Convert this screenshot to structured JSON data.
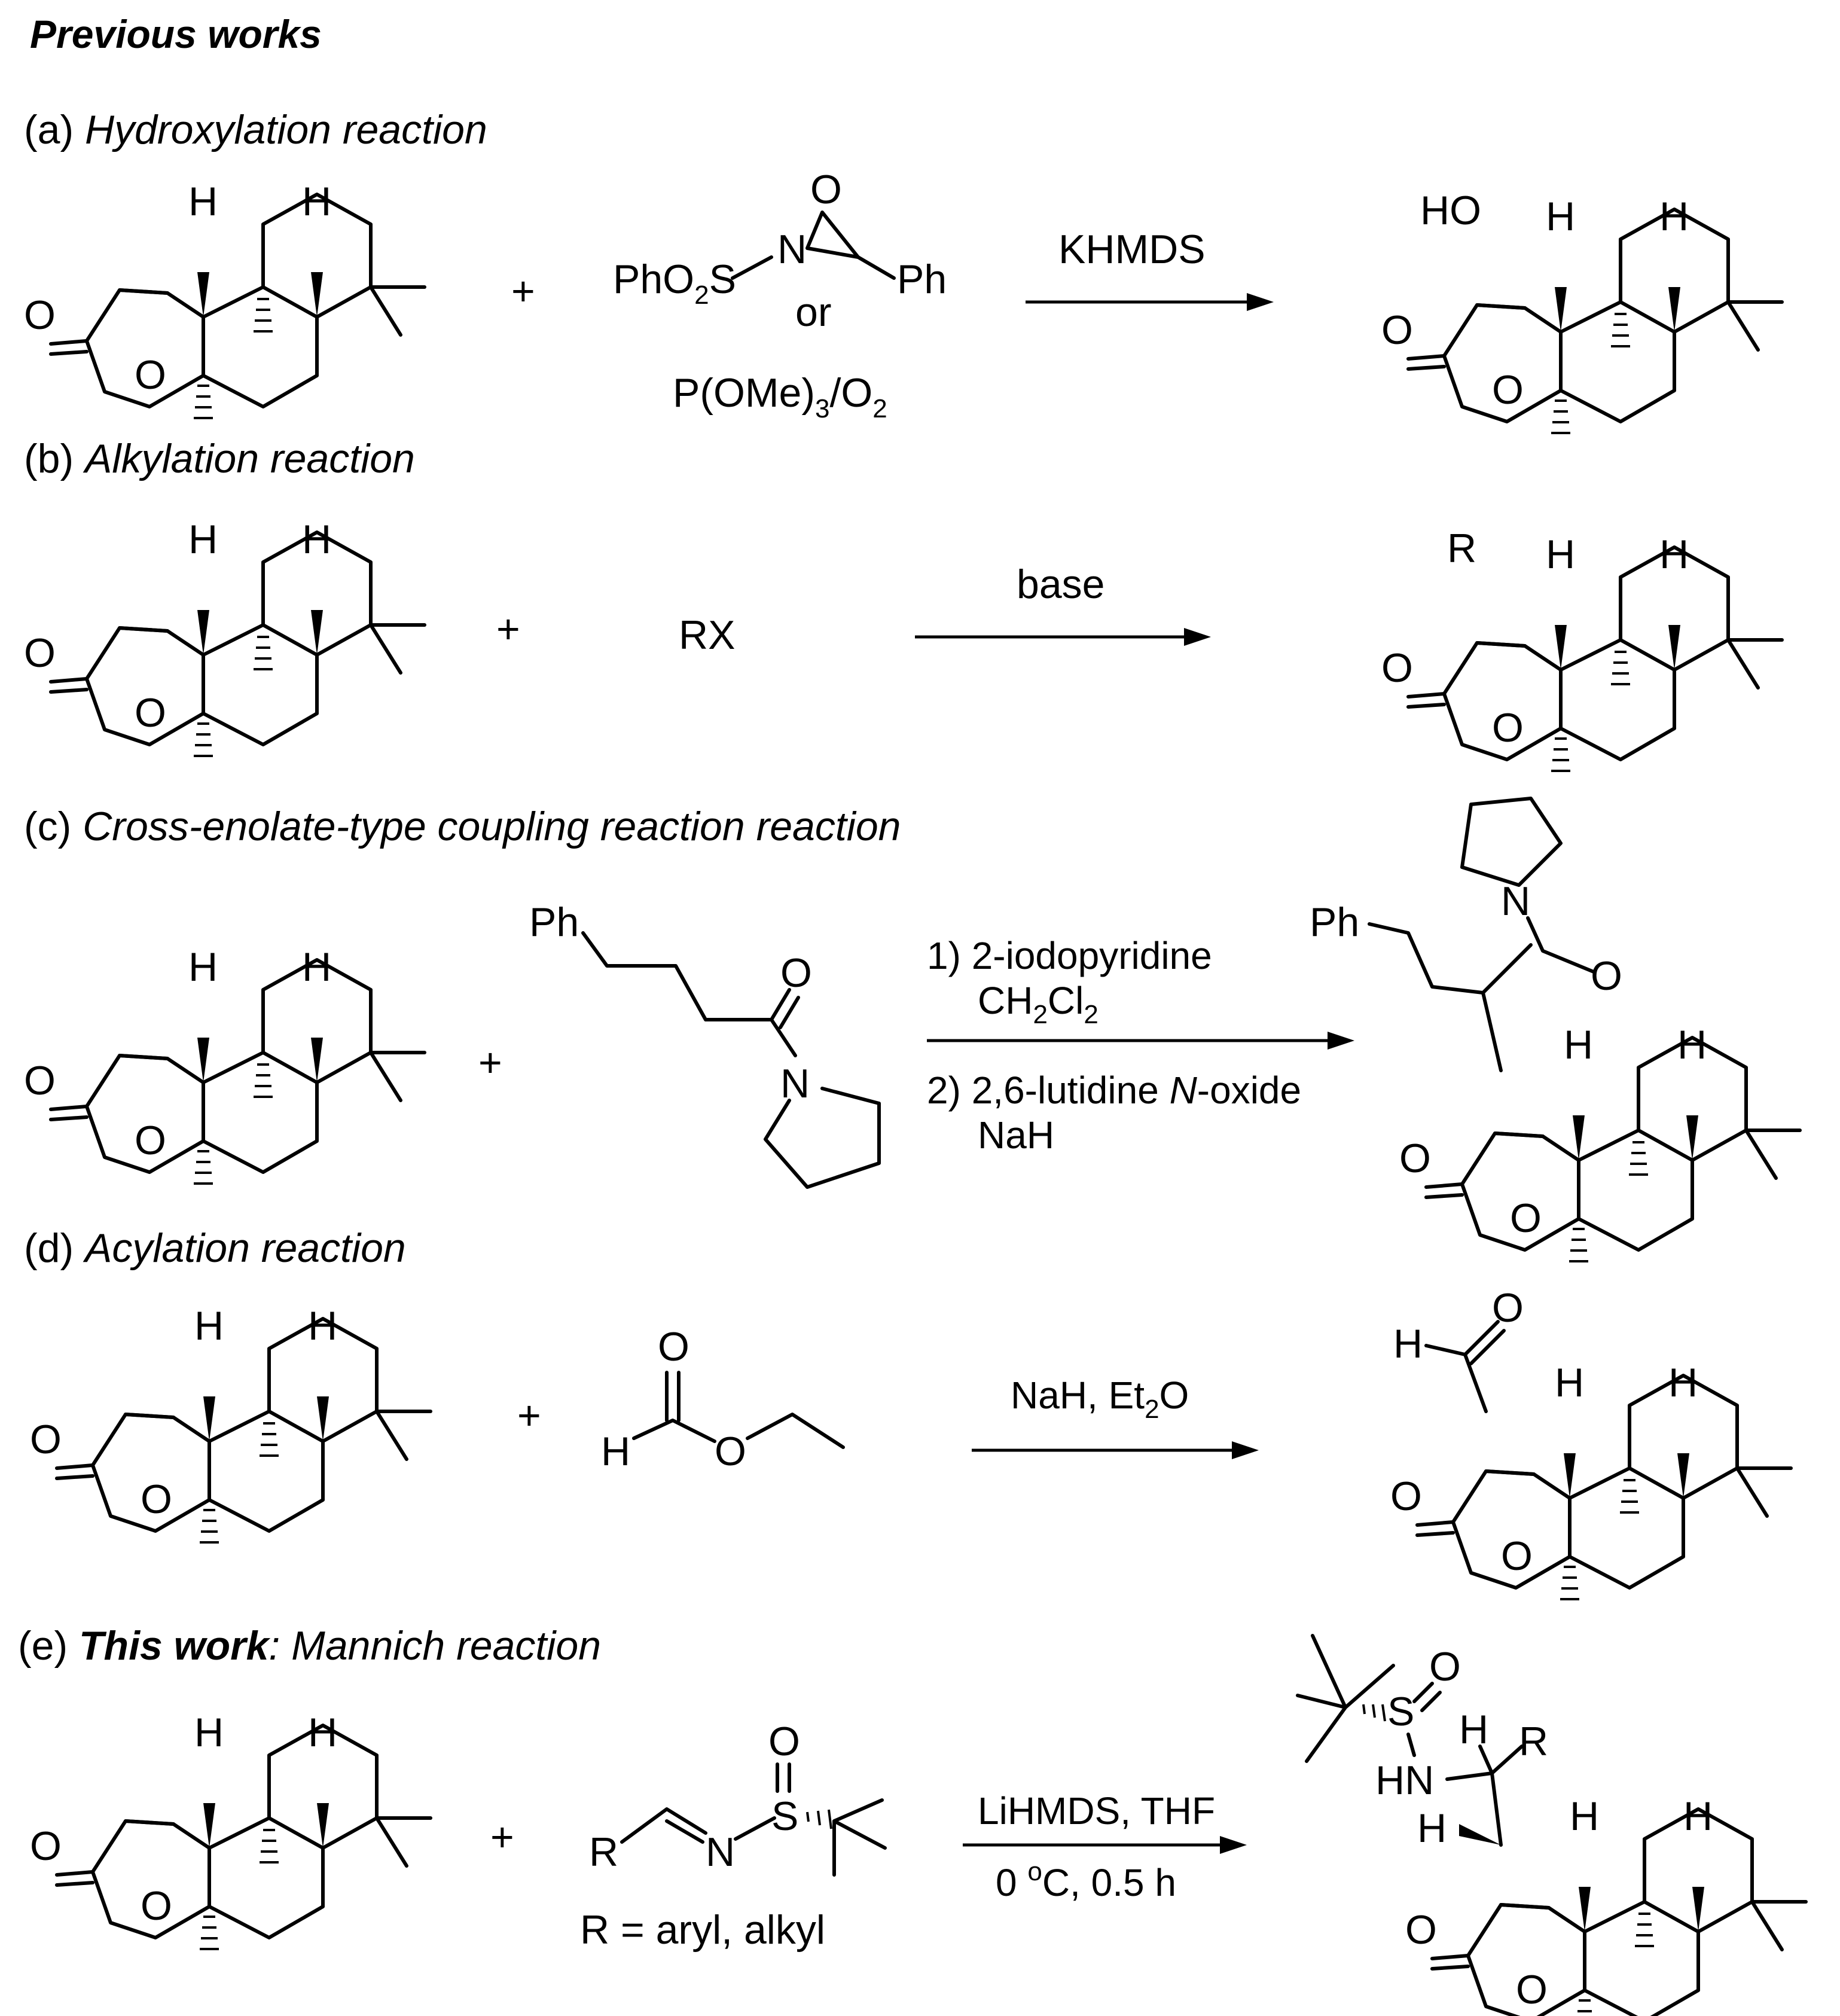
{
  "title": "Previous works",
  "sections": [
    {
      "id": "a",
      "prefix": "(a) ",
      "bold": "",
      "suffix": "Hydroxylation reaction",
      "reagent_main": "PhO",
      "reagent_main_sub": "2",
      "reagent_main_tail": "S",
      "reagent_n": "N",
      "reagent_o": "O",
      "reagent_ph": "Ph",
      "reagent_or": "or",
      "reagent_alt": "P(OMe)",
      "reagent_alt_sub1": "3",
      "reagent_alt_mid": "/O",
      "reagent_alt_sub2": "2",
      "conditions_top": "KHMDS",
      "product_group": "HO"
    },
    {
      "id": "b",
      "prefix": "(b) ",
      "bold": "",
      "suffix": "Alkylation reaction",
      "reagent": "RX",
      "conditions_top": "base",
      "product_group": "R"
    },
    {
      "id": "c",
      "prefix": "(c) ",
      "bold": "",
      "suffix": "Cross-enolate-type coupling reaction reaction",
      "reagent_ph": "Ph",
      "reagent_o": "O",
      "reagent_n": "N",
      "step1": "1) 2-iodopyridine",
      "step1b": "CH",
      "step1b_sub1": "2",
      "step1b_mid": "Cl",
      "step1b_sub2": "2",
      "step2_pre": "2) 2,6-lutidine ",
      "step2_italic": "N",
      "step2_post": "-oxide",
      "step2b": "NaH",
      "product_ph": "Ph",
      "product_n": "N",
      "product_o": "O"
    },
    {
      "id": "d",
      "prefix": "(d) ",
      "bold": "",
      "suffix": "Acylation reaction",
      "reagent_o_top": "O",
      "reagent_h": "H",
      "reagent_o": "O",
      "conditions_top": "NaH, Et",
      "conditions_sub": "2",
      "conditions_tail": "O",
      "product_h": "H",
      "product_o": "O"
    },
    {
      "id": "e",
      "prefix": "(e) ",
      "bold": "This work",
      "suffix": ": Mannich reaction",
      "reagent_r": "R",
      "reagent_n": "N",
      "reagent_s": "S",
      "reagent_o": "O",
      "reagent_note": "R = aryl, alkyl",
      "conditions_top": "LiHMDS, THF",
      "conditions_bottom_pre": "0 ",
      "conditions_bottom_sup": "o",
      "conditions_bottom_post": "C, 0.5 h",
      "product_s": "S",
      "product_o": "O",
      "product_hn": "HN",
      "product_h1": "H",
      "product_r": "R",
      "product_h2": "H"
    }
  ],
  "scaffold": {
    "lactone_o": "O",
    "ring_o": "O",
    "h_label": "H"
  },
  "plus": "+"
}
